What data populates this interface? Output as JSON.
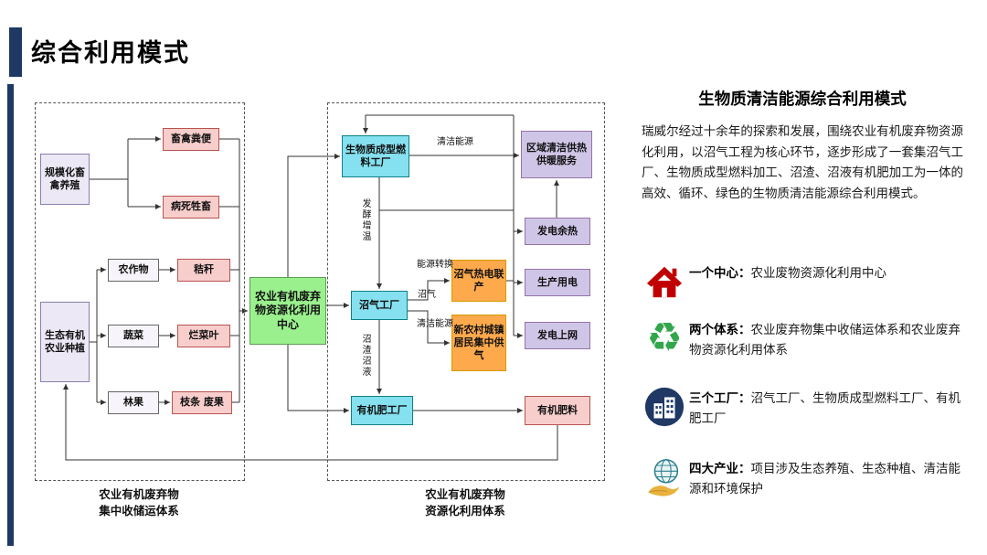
{
  "slide": {
    "title": "综合利用模式"
  },
  "flowchart": {
    "nodes": {
      "livestock_farming": "规模化畜禽养殖",
      "manure": "畜禽粪便",
      "dead_livestock": "病死牲畜",
      "eco_farming": "生态有机农业种植",
      "crops": "农作物",
      "straw": "秸秆",
      "vegetables": "蔬菜",
      "rotten_leaves": "烂菜叶",
      "forest_fruit": "林果",
      "branches_waste_fruit": "枝条 废果",
      "center": "农业有机废弃物资源化利用中心",
      "biomass_fuel_factory": "生物质成型燃料工厂",
      "district_heating": "区域清洁供热供暖服务",
      "power_waste_heat": "发电余热",
      "biogas_chp": "沼气热电联产",
      "production_power": "生产用电",
      "rural_gas_supply": "新农村城镇居民集中供气",
      "grid_power": "发电上网",
      "biogas_factory": "沼气工厂",
      "fertilizer_factory": "有机肥工厂",
      "organic_fertilizer": "有机肥料"
    },
    "flow_labels": {
      "clean_energy_top": "清洁能源",
      "fermentation_heating": "发酵增温",
      "energy_conversion": "能源转换",
      "biogas": "沼气",
      "clean_energy_mid": "清洁能源",
      "residue_slurry": "沼渣沼液"
    },
    "captions": {
      "left": "农业有机废弃物\n集中收储运体系",
      "right": "农业有机废弃物\n资源化利用体系"
    }
  },
  "panel": {
    "title": "生物质清洁能源综合利用模式",
    "paragraph": "瑞威尔经过十余年的探索和发展，围绕农业有机废弃物资源化利用，以沼气工程为核心环节，逐步形成了一套集沼气工厂、生物质成型燃料加工、沼渣、沼液有机肥加工为一体的高效、循环、绿色的生物质清洁能源综合利用模式。",
    "bullets": [
      {
        "icon": "house-icon",
        "lead": "一个中心：",
        "text": "农业废物资源化利用中心"
      },
      {
        "icon": "recycle-icon",
        "lead": "两个体系：",
        "text": "农业废弃物集中收储运体系和农业废弃物资源化利用体系"
      },
      {
        "icon": "factory-icon",
        "lead": "三个工厂：",
        "text": "沼气工厂、生物质成型燃料工厂、有机肥工厂"
      },
      {
        "icon": "globe-hand-icon",
        "lead": "四大产业：",
        "text": "项目涉及生态养殖、生态种植、清洁能源和环境保护"
      }
    ]
  },
  "colors": {
    "accent_navy": "#1F3864",
    "box_pink": "#F8CECC",
    "box_cyan": "#85E0EF",
    "box_green": "#9AF08D",
    "box_orange": "#FFA94D",
    "box_lavender": "#CFC5E6",
    "box_light": "#ECE8F5",
    "house_red": "#C00000",
    "recycle_green": "#33A64C",
    "line": "#333333"
  }
}
